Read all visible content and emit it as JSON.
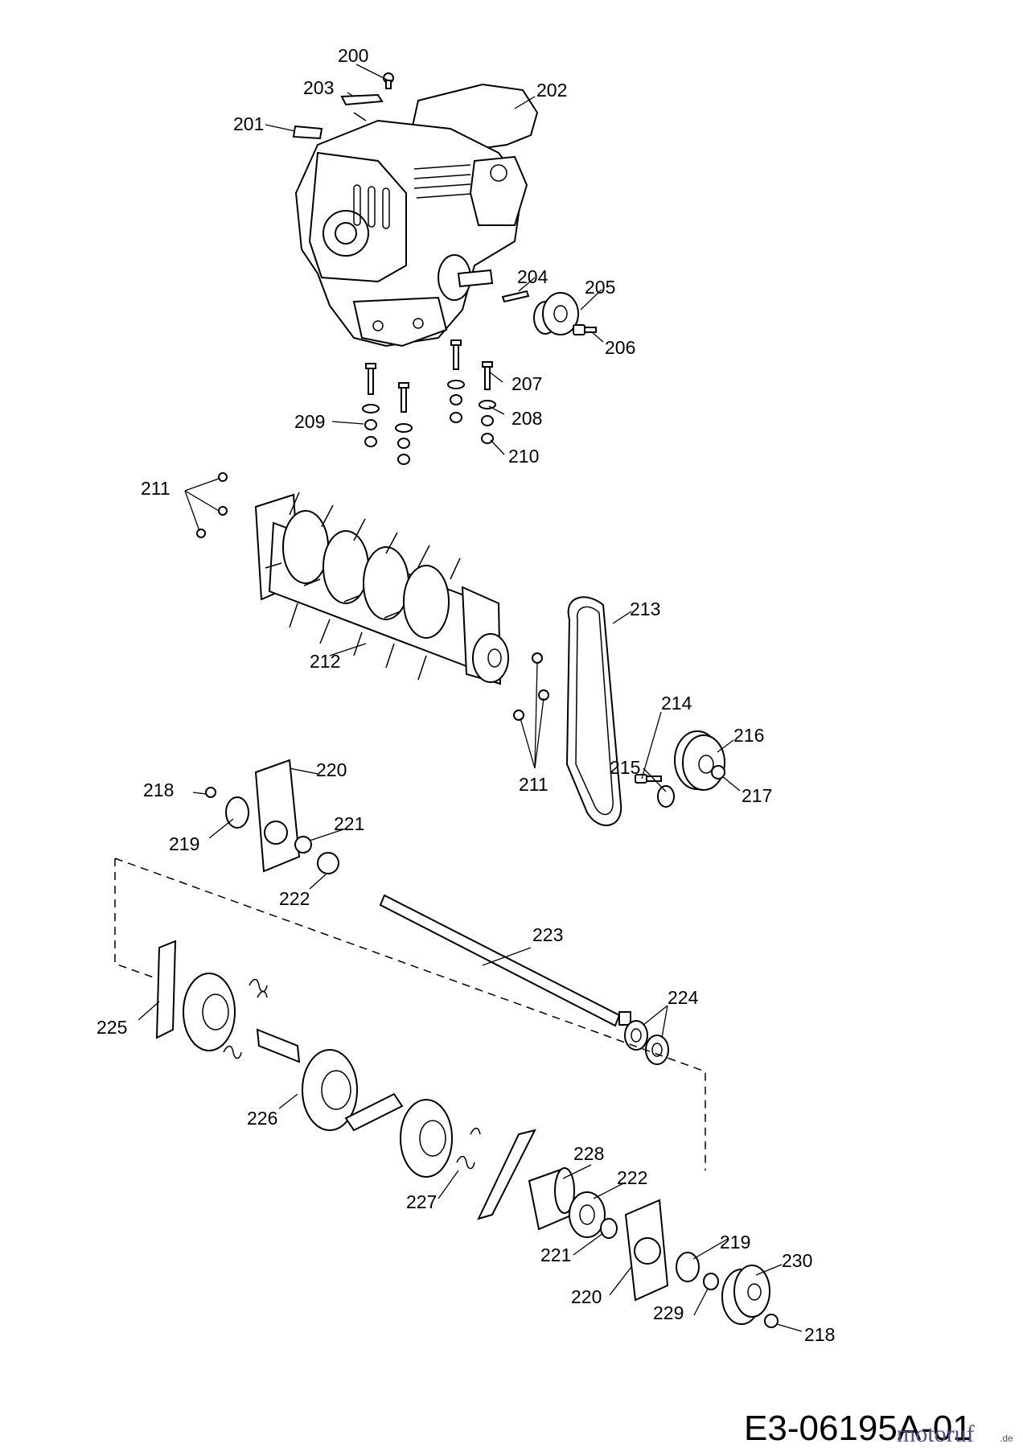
{
  "drawing_code": "E3-06195A-01",
  "watermark": {
    "text": "motoruf",
    "suffix": ".de"
  },
  "part_labels": [
    {
      "id": "200",
      "text": "200"
    },
    {
      "id": "201",
      "text": "201"
    },
    {
      "id": "202",
      "text": "202"
    },
    {
      "id": "203",
      "text": "203"
    },
    {
      "id": "204",
      "text": "204"
    },
    {
      "id": "205",
      "text": "205"
    },
    {
      "id": "206",
      "text": "206"
    },
    {
      "id": "207",
      "text": "207"
    },
    {
      "id": "208",
      "text": "208"
    },
    {
      "id": "209",
      "text": "209"
    },
    {
      "id": "210",
      "text": "210"
    },
    {
      "id": "211a",
      "text": "211"
    },
    {
      "id": "211b",
      "text": "211"
    },
    {
      "id": "212",
      "text": "212"
    },
    {
      "id": "213",
      "text": "213"
    },
    {
      "id": "214",
      "text": "214"
    },
    {
      "id": "215",
      "text": "215"
    },
    {
      "id": "216",
      "text": "216"
    },
    {
      "id": "217",
      "text": "217"
    },
    {
      "id": "218a",
      "text": "218"
    },
    {
      "id": "218b",
      "text": "218"
    },
    {
      "id": "219a",
      "text": "219"
    },
    {
      "id": "219b",
      "text": "219"
    },
    {
      "id": "220a",
      "text": "220"
    },
    {
      "id": "220b",
      "text": "220"
    },
    {
      "id": "221a",
      "text": "221"
    },
    {
      "id": "221b",
      "text": "221"
    },
    {
      "id": "222a",
      "text": "222"
    },
    {
      "id": "222b",
      "text": "222"
    },
    {
      "id": "223",
      "text": "223"
    },
    {
      "id": "224",
      "text": "224"
    },
    {
      "id": "225",
      "text": "225"
    },
    {
      "id": "226",
      "text": "226"
    },
    {
      "id": "227",
      "text": "227"
    },
    {
      "id": "228",
      "text": "228"
    },
    {
      "id": "229",
      "text": "229"
    },
    {
      "id": "230",
      "text": "230"
    }
  ]
}
